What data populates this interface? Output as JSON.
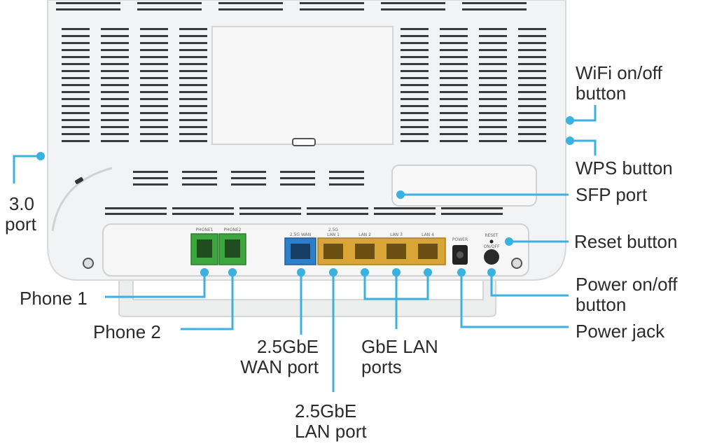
{
  "colors": {
    "callout": "#3ab1de",
    "device_body": "#f2f3f4",
    "device_edge": "#d7d9db",
    "vent": "#3b3b3b",
    "phone_port": "#3ea63f",
    "wan_port": "#2d7fc9",
    "lan_port": "#d8a636",
    "label_text": "#2b2b2b"
  },
  "device": {
    "port_labels": {
      "phone1": "PHONE1",
      "phone2": "PHONE2",
      "wan": "2.5G WAN",
      "lan1_top": "2.5G",
      "lan1": "LAN 1",
      "lan2": "LAN 2",
      "lan3": "LAN 3",
      "lan4": "LAN 4",
      "power": "POWER",
      "reset": "RESET",
      "onoff": "ON/OFF"
    }
  },
  "callouts": {
    "usb": {
      "line1": "3.0",
      "line2": "port"
    },
    "wifi": {
      "line1": "WiFi on/off",
      "line2": "button"
    },
    "wps": {
      "text": "WPS button"
    },
    "sfp": {
      "text": "SFP port"
    },
    "reset": {
      "text": "Reset button"
    },
    "power_onoff": {
      "line1": "Power on/off",
      "line2": "button"
    },
    "power_jack": {
      "text": "Power jack"
    },
    "phone1": {
      "text": "Phone 1"
    },
    "phone2": {
      "text": "Phone 2"
    },
    "wan": {
      "line1": "2.5GbE",
      "line2": "WAN port"
    },
    "gbe_lan": {
      "line1": "GbE LAN",
      "line2": "ports"
    },
    "lan25": {
      "line1": "2.5GbE",
      "line2": "LAN port"
    }
  }
}
